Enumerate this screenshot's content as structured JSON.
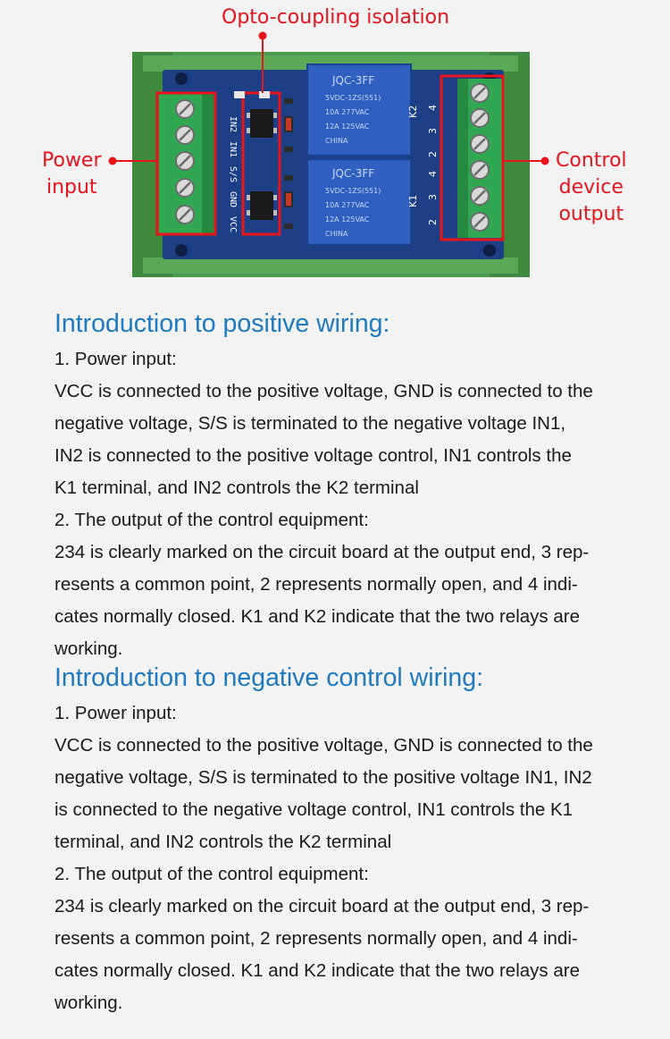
{
  "figure": {
    "labels": {
      "top": "Opto-coupling isolation",
      "left": [
        "Power",
        "input"
      ],
      "right": [
        "Control",
        "device",
        "output"
      ]
    },
    "board_text": {
      "input_pins": [
        "IN2",
        "IN1",
        "S/S",
        "GND",
        "VCC"
      ],
      "relay_top": [
        "JQC-3FF",
        "5VDC-1ZS(551)",
        "10A 277VAC",
        "12A 125VAC",
        "CHINA"
      ],
      "relay_bottom": [
        "JQC-3FF",
        "5VDC-1ZS(551)",
        "10A 277VAC",
        "12A 125VAC",
        "CHINA"
      ],
      "relay_ids": [
        "K2",
        "K1"
      ],
      "output_pins": [
        "4",
        "3",
        "2",
        "4",
        "3",
        "2"
      ]
    },
    "colors": {
      "callout": "#e8141b",
      "board": "#1d3f86",
      "rail": "#4c9a4a",
      "terminal": "#30a852"
    }
  },
  "sections": [
    {
      "heading": "Introduction to positive wiring:",
      "lines": [
        "1. Power input:",
        "VCC is connected to the positive voltage, GND is connected to the",
        "negative voltage, S/S is terminated to the negative voltage IN1,",
        "IN2 is connected to the positive voltage control, IN1 controls the",
        "K1 terminal, and IN2 controls the K2 terminal",
        "2. The output of the control equipment:",
        "234 is clearly marked on the circuit board at the output end, 3 rep-",
        "resents a common point, 2 represents normally open, and 4 indi-",
        "cates normally closed. K1 and K2 indicate that the two relays are",
        "working."
      ]
    },
    {
      "heading": "Introduction to negative control wiring:",
      "lines": [
        "1. Power input:",
        "VCC is connected to the positive voltage, GND is connected to the",
        "negative voltage, S/S is terminated to the positive voltage IN1, IN2",
        "is connected to the negative voltage control, IN1 controls the K1",
        "terminal, and IN2 controls the K2 terminal",
        "2. The output of the control equipment:",
        "234 is clearly marked on the circuit board at the output end, 3 rep-",
        "resents a common point, 2 represents normally open, and 4 indi-",
        "cates normally closed. K1 and K2 indicate that the two relays are",
        "working."
      ]
    }
  ]
}
